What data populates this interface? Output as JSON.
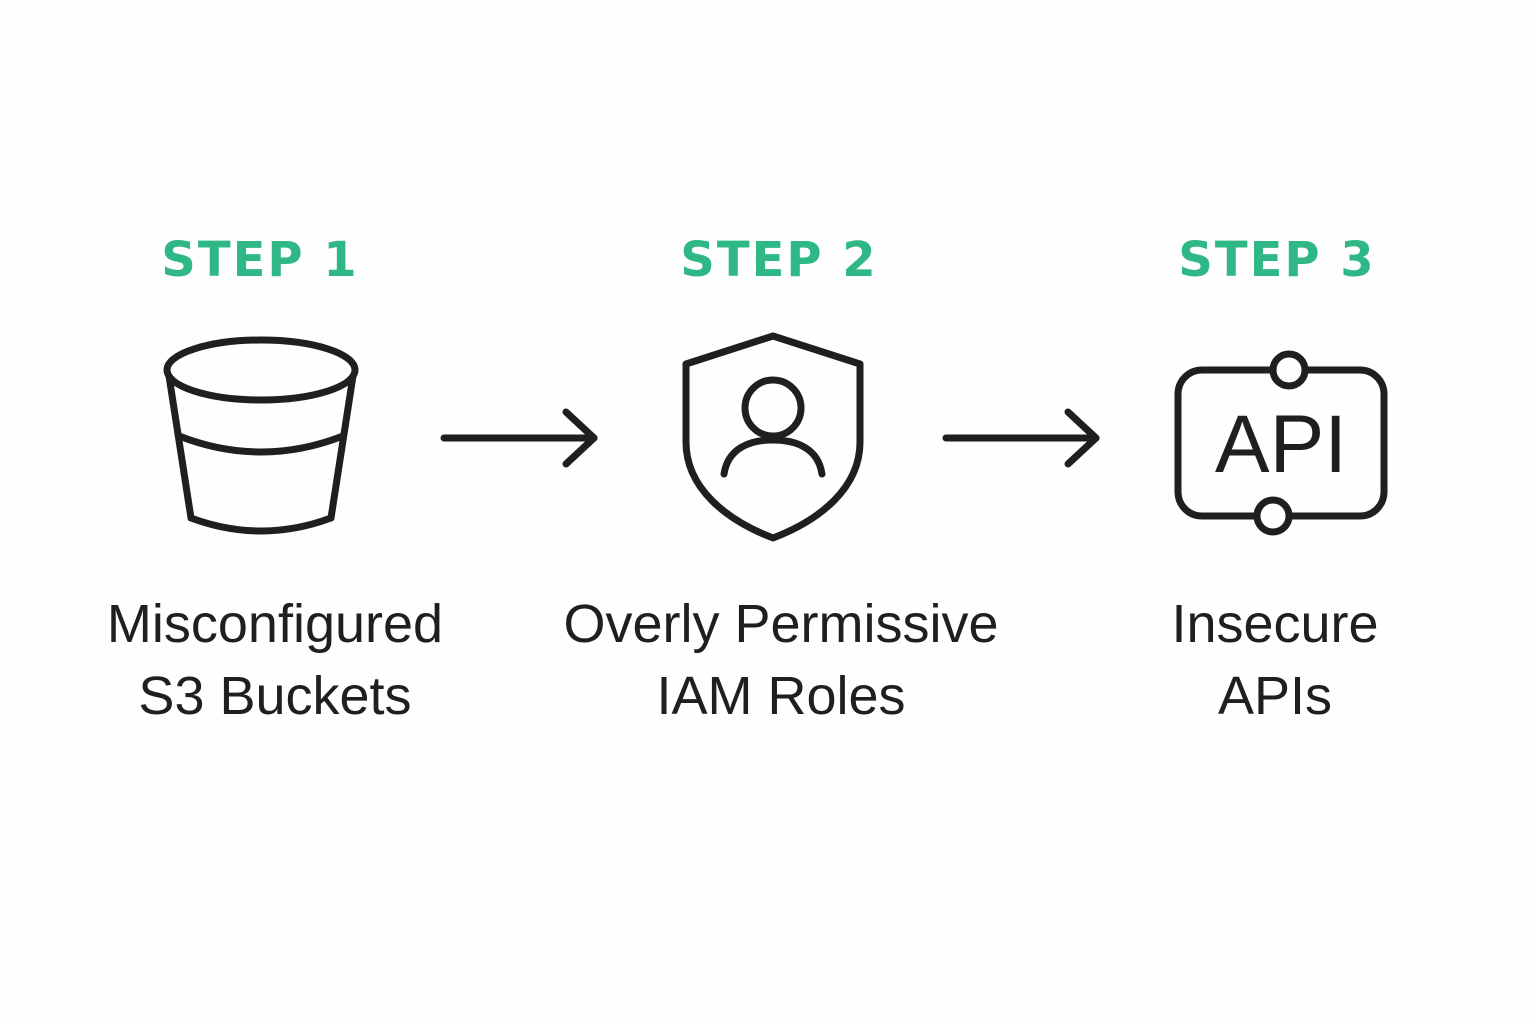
{
  "steps": [
    {
      "label": "STEP 1",
      "icon": "bucket-icon",
      "caption_line1": "Misconfigured",
      "caption_line2": "S3 Buckets"
    },
    {
      "label": "STEP 2",
      "icon": "shield-user-icon",
      "caption_line1": "Overly Permissive",
      "caption_line2": "IAM Roles"
    },
    {
      "label": "STEP 3",
      "icon": "api-icon",
      "icon_text": "API",
      "caption_line1": "Insecure",
      "caption_line2": "APIs"
    }
  ],
  "colors": {
    "accent": "#2fb886",
    "ink": "#1f1f1f",
    "background": "#fefefe"
  }
}
